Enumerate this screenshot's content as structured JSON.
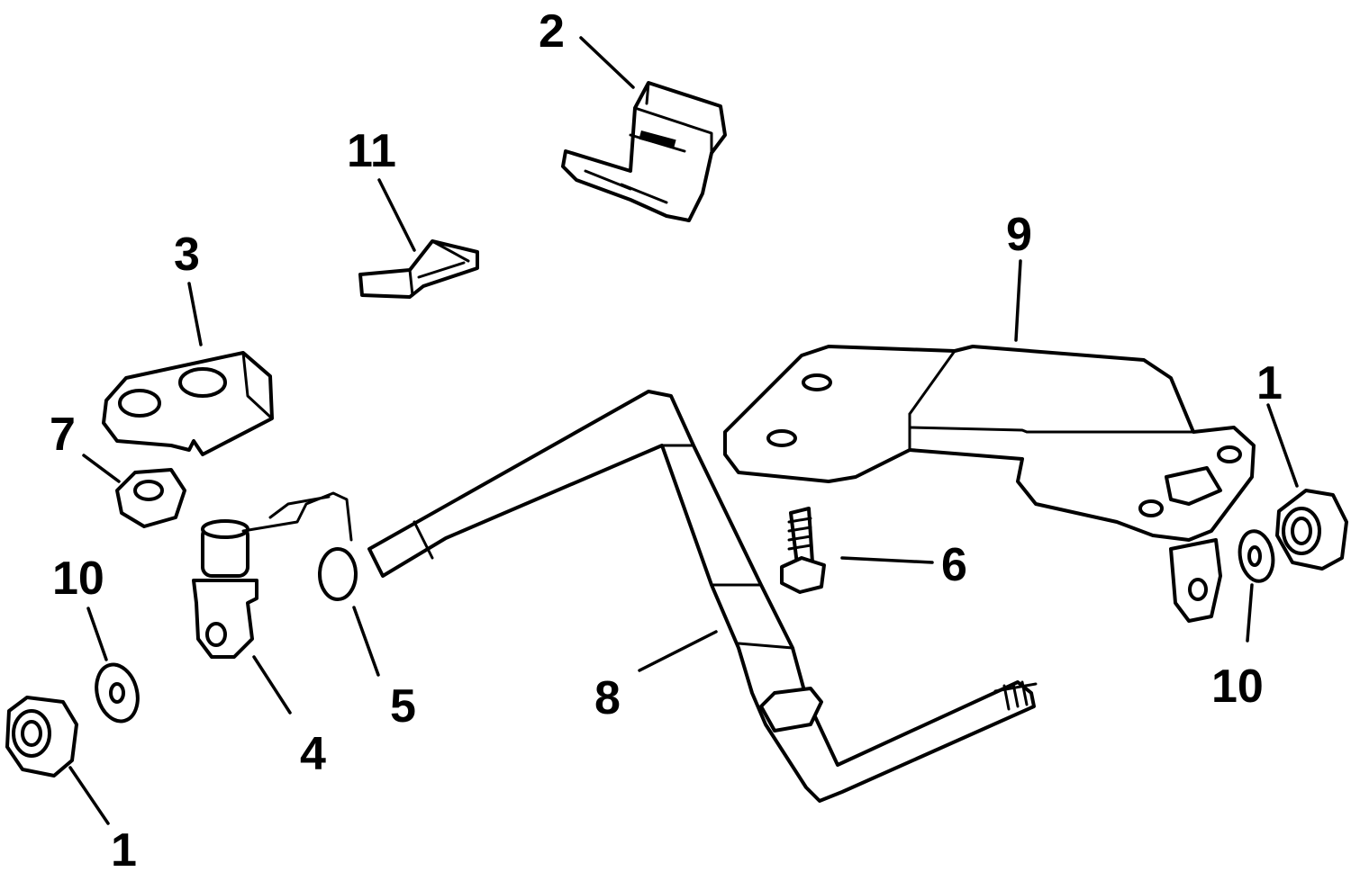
{
  "diagram": {
    "parts": [
      {
        "id": "nut-left",
        "callout": "1"
      },
      {
        "id": "clip",
        "callout": "2"
      },
      {
        "id": "bracket",
        "callout": "3"
      },
      {
        "id": "swivel-left",
        "callout": "4"
      },
      {
        "id": "spring-clip",
        "callout": "5"
      },
      {
        "id": "screw",
        "callout": "6"
      },
      {
        "id": "nut-small",
        "callout": "7"
      },
      {
        "id": "link-rod",
        "callout": "8"
      },
      {
        "id": "lever-plate",
        "callout": "9"
      },
      {
        "id": "washer-left",
        "callout": "10"
      },
      {
        "id": "retainer",
        "callout": "11"
      },
      {
        "id": "nut-right",
        "callout": "1"
      },
      {
        "id": "washer-right",
        "callout": "10"
      }
    ]
  }
}
